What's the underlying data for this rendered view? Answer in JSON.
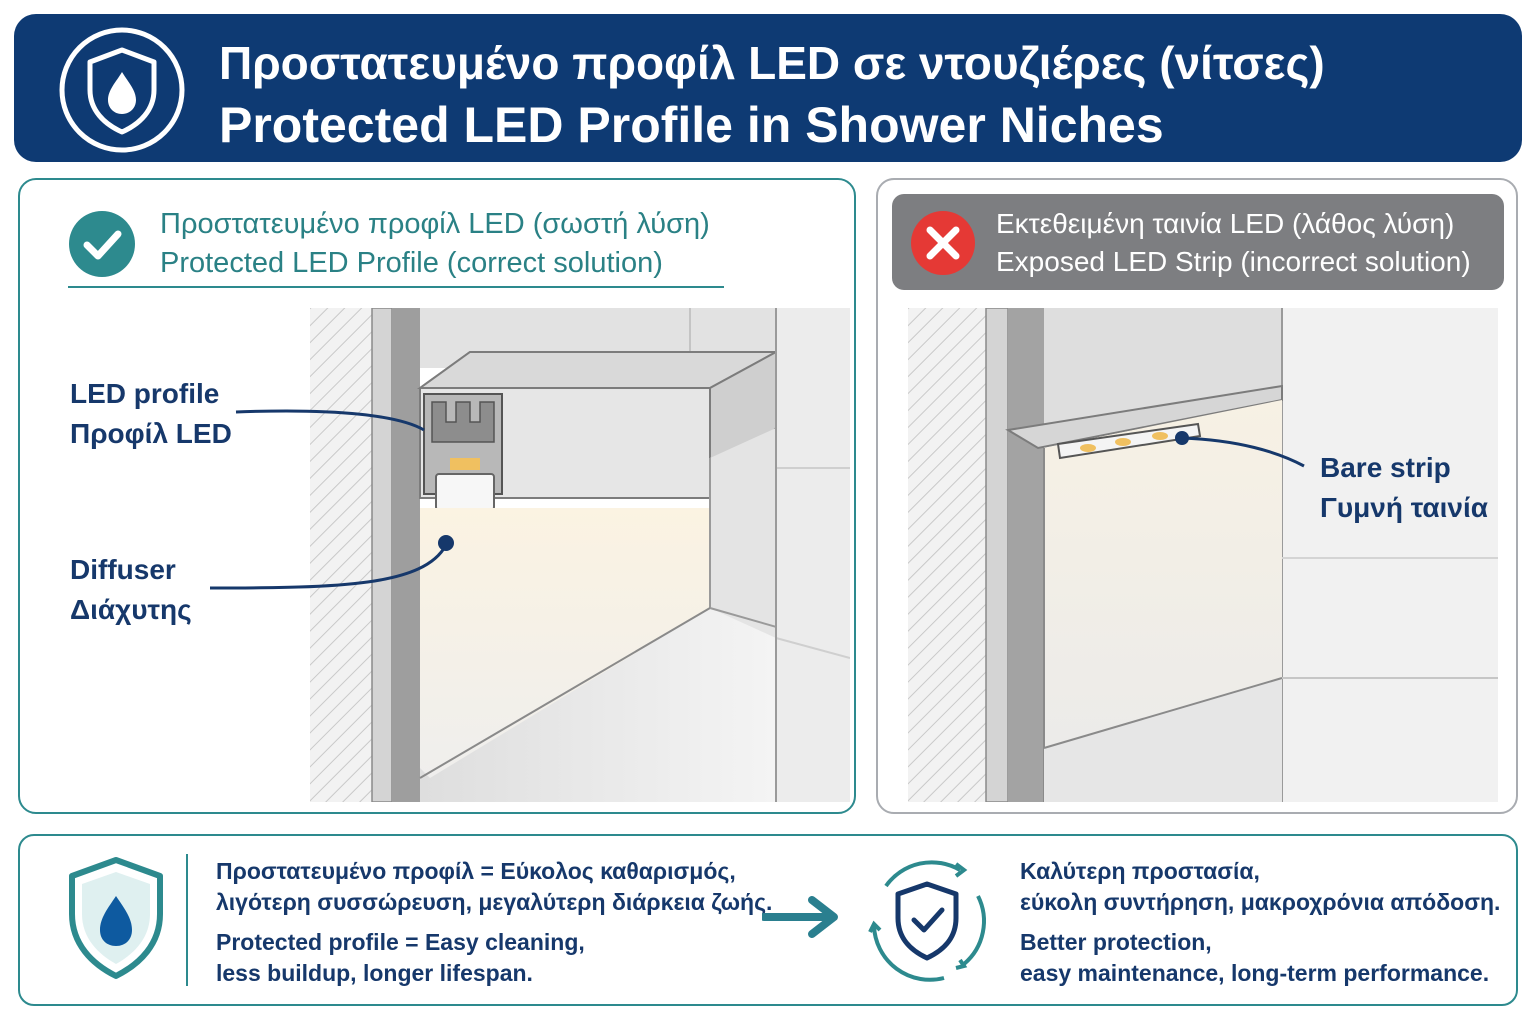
{
  "header": {
    "title_gr": "Προστατευμένο προφίλ LED σε ντουζιέρες (νίτσες)",
    "title_en": "Protected LED Profile in Shower Niches",
    "icon": "shield-water-drop-icon",
    "color": "#0e3a73"
  },
  "left_panel": {
    "title_gr": "Προστατευμένο προφίλ LED (σωστή λύση)",
    "title_en": "Protected LED Profile (correct solution)",
    "icon": "checkmark-circle-icon",
    "accent_color": "#2d8a8e",
    "callouts": [
      {
        "line1": "LED profile",
        "line2": "Προφίλ LED"
      },
      {
        "line1": "Diffuser",
        "line2": "Διάχυτης"
      }
    ]
  },
  "right_panel": {
    "title_gr": "Εκτεθειμένη ταινία LED (λάθος λύση)",
    "title_en": "Exposed LED Strip (incorrect solution)",
    "icon": "x-circle-icon",
    "header_color": "#7d7e81",
    "icon_color": "#e53935",
    "callouts": [
      {
        "line1": "Bare strip",
        "line2": "Γυμνή ταινία"
      }
    ]
  },
  "bottom": {
    "left_gr_1": "Προστατευμένο προφίλ = Εύκολος καθαρισμός,",
    "left_gr_2": "λιγότερη συσσώρευση, μεγαλύτερη διάρκεια ζωής.",
    "left_en_1": "Protected profile = Easy cleaning,",
    "left_en_2": "less buildup, longer lifespan.",
    "right_gr_1": "Καλύτερη προστασία,",
    "right_gr_2": "εύκολη συντήρηση, μακροχρόνια απόδοση.",
    "right_en_1": "Better protection,",
    "right_en_2": "easy maintenance, long-term performance.",
    "icons": [
      "shield-drop-icon",
      "arrow-right-icon",
      "shield-check-cycle-icon"
    ]
  }
}
